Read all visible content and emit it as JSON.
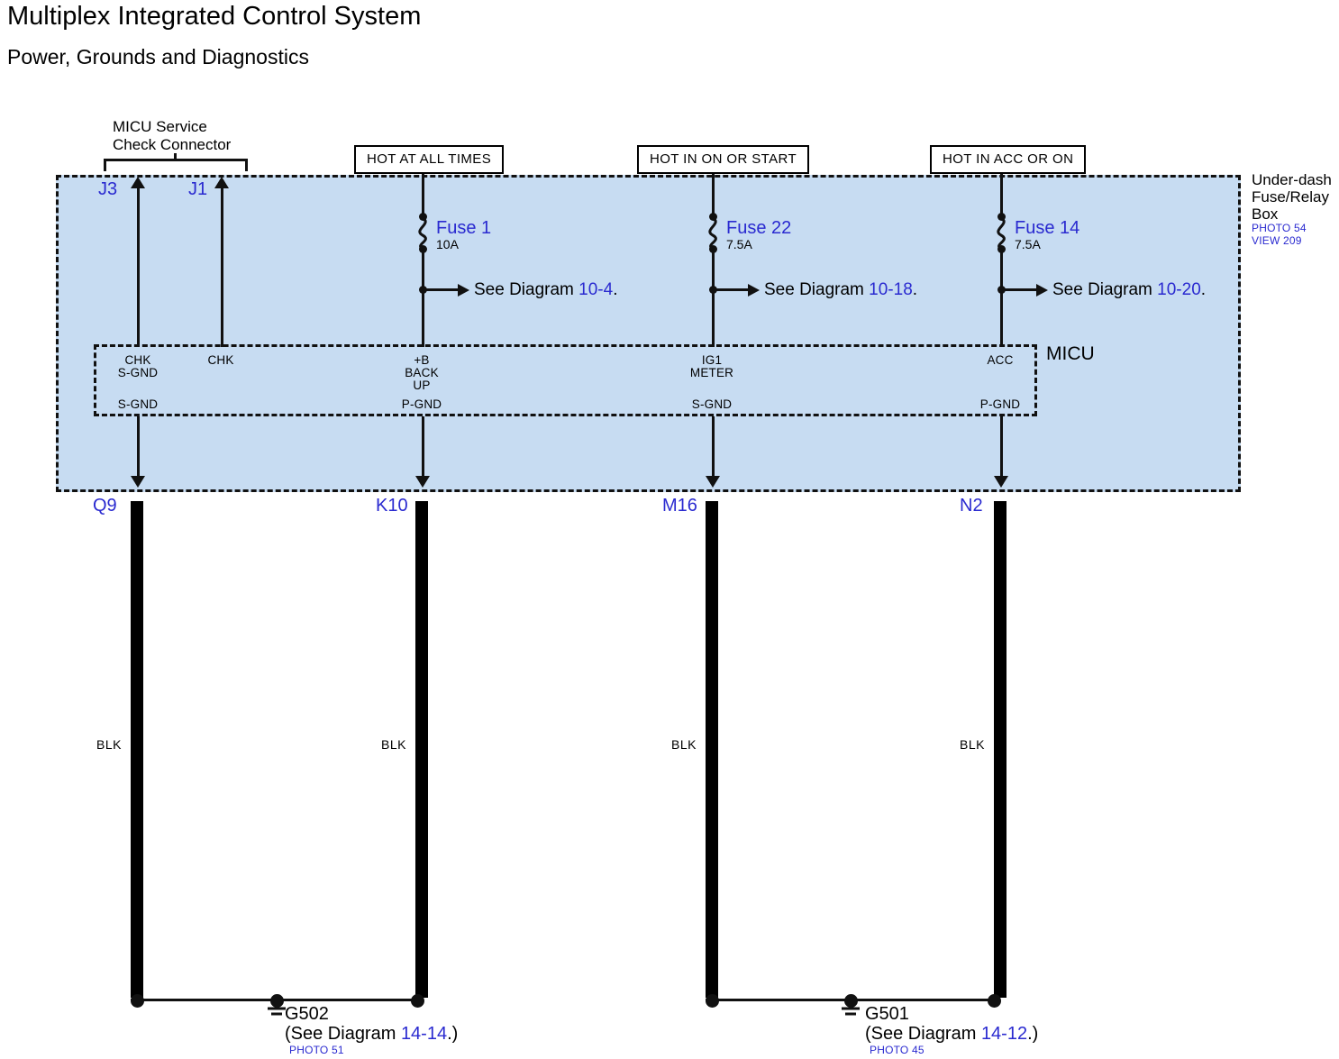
{
  "title": "Multiplex Integrated Control System",
  "subtitle": "Power, Grounds and Diagnostics",
  "enclosure": {
    "name_line1": "Under-dash",
    "name_line2": "Fuse/Relay",
    "name_line3": "Box",
    "photo": "PHOTO 54",
    "view": "VIEW 209",
    "fill_color": "#c7dcf2"
  },
  "service_check_connector": {
    "label_line1": "MICU Service",
    "label_line2": "Check Connector",
    "terminals": [
      {
        "id": "J3",
        "pin_label_line1": "CHK",
        "pin_label_line2": "S-GND"
      },
      {
        "id": "J1",
        "pin_label_line1": "CHK",
        "pin_label_line2": ""
      }
    ]
  },
  "power_sources": [
    {
      "source_label": "HOT AT ALL TIMES",
      "fuse_name": "Fuse 1",
      "fuse_rating": "10A",
      "branch_text_prefix": "See Diagram ",
      "branch_ref": "10-4",
      "branch_text_suffix": ".",
      "pin_label_line1": "+B",
      "pin_label_line2": "BACK",
      "pin_label_line3": "UP"
    },
    {
      "source_label": "HOT IN ON OR START",
      "fuse_name": "Fuse 22",
      "fuse_rating": "7.5A",
      "branch_text_prefix": "See Diagram ",
      "branch_ref": "10-18",
      "branch_text_suffix": ".",
      "pin_label_line1": "IG1",
      "pin_label_line2": "METER",
      "pin_label_line3": ""
    },
    {
      "source_label": "HOT IN ACC OR ON",
      "fuse_name": "Fuse 14",
      "fuse_rating": "7.5A",
      "branch_text_prefix": "See Diagram ",
      "branch_ref": "10-20",
      "branch_text_suffix": ".",
      "pin_label_line1": "ACC",
      "pin_label_line2": "",
      "pin_label_line3": ""
    }
  ],
  "micu": {
    "label": "MICU",
    "ground_pins": [
      "S-GND",
      "P-GND",
      "S-GND",
      "P-GND"
    ]
  },
  "ground_wires": [
    {
      "connector": "Q9",
      "wire_color": "BLK"
    },
    {
      "connector": "K10",
      "wire_color": "BLK"
    },
    {
      "connector": "M16",
      "wire_color": "BLK"
    },
    {
      "connector": "N2",
      "wire_color": "BLK"
    }
  ],
  "grounds": [
    {
      "id": "G502",
      "see_prefix": "(See Diagram ",
      "see_ref": "14-14",
      "see_suffix": ".)",
      "photo": "PHOTO 51"
    },
    {
      "id": "G501",
      "see_prefix": "(See Diagram ",
      "see_ref": "14-12",
      "see_suffix": ".)",
      "photo": "PHOTO 45"
    }
  ],
  "colors": {
    "reference_blue": "#2a2ad0",
    "enclosure_fill": "#c7dcf2",
    "wire_black": "#000000"
  }
}
